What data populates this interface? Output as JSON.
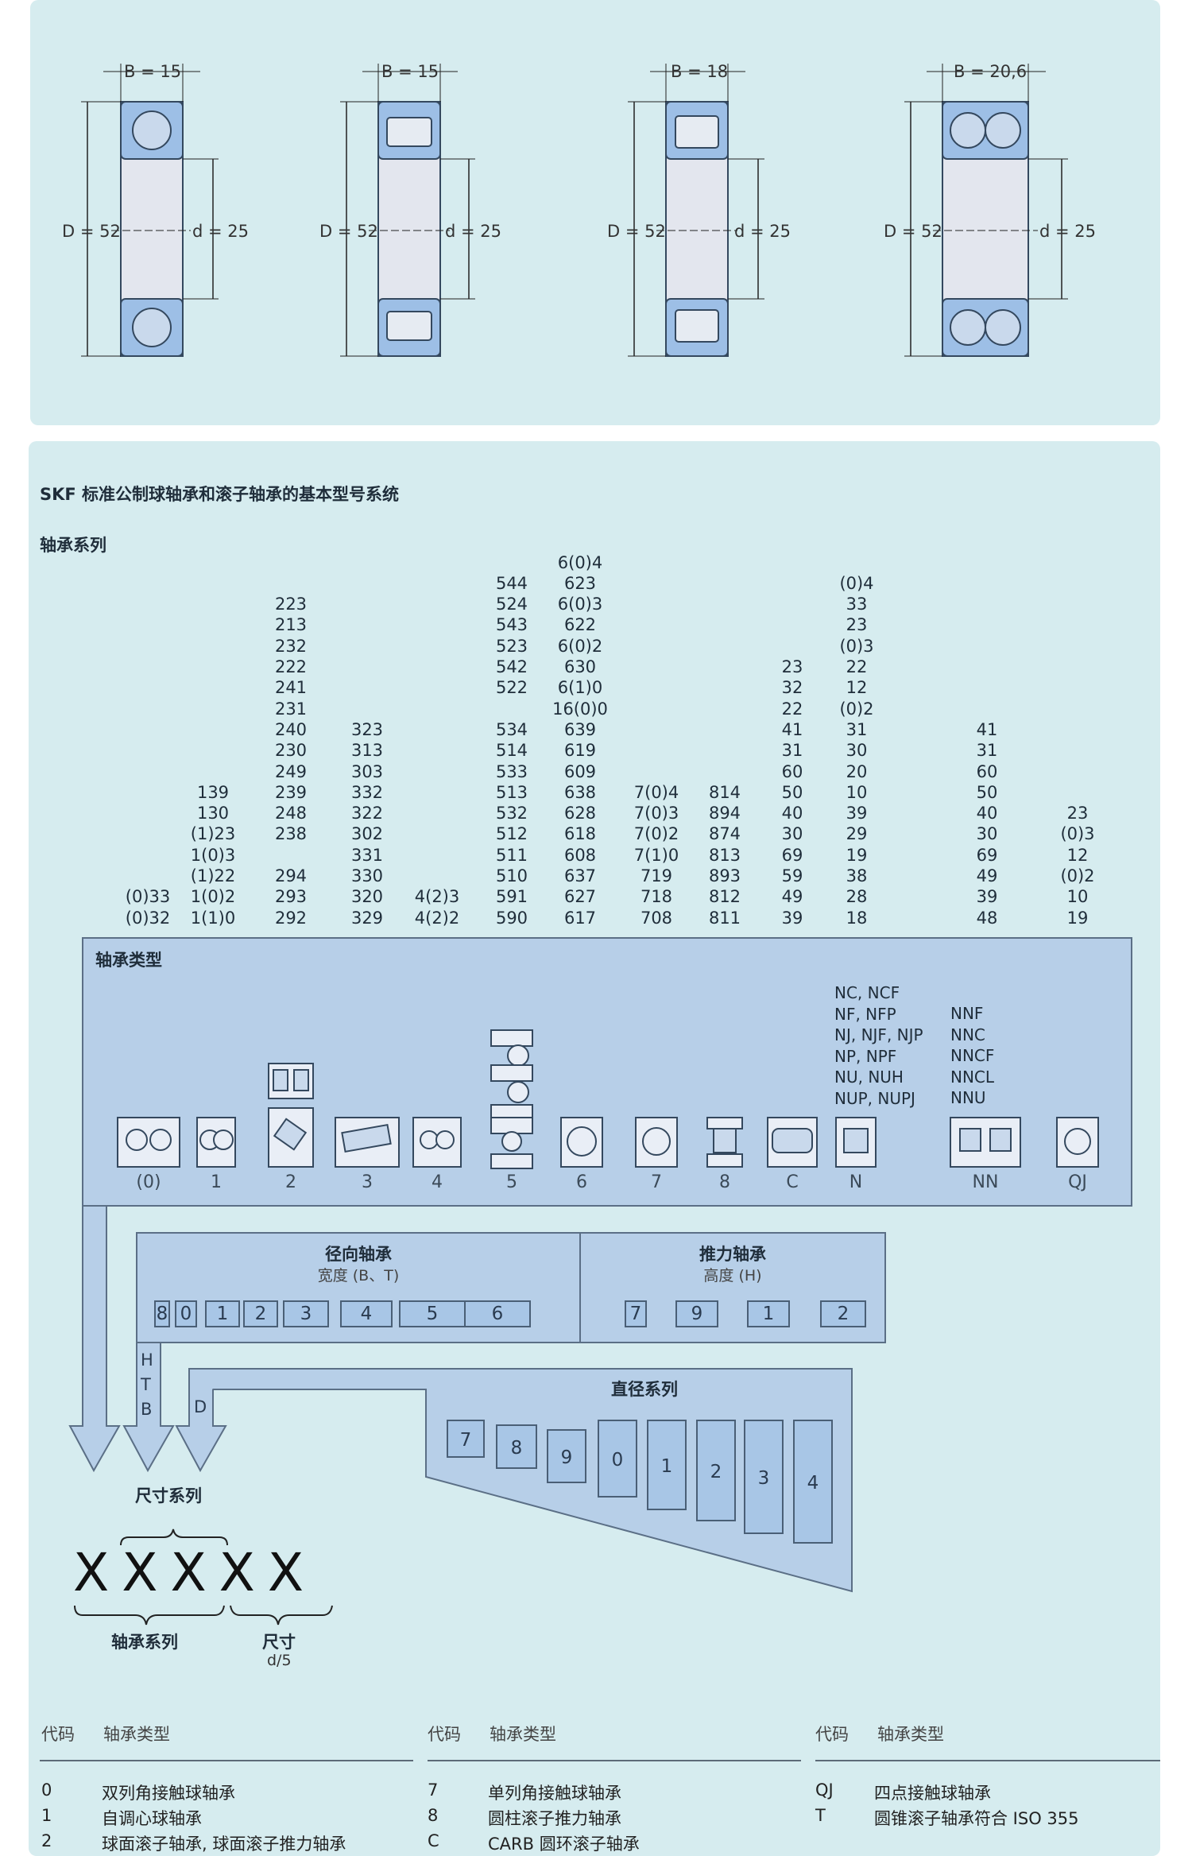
{
  "top_drawings": [
    {
      "b": "B = 15",
      "d_outer": "D = 52",
      "d_inner": "d = 25",
      "type": "ball"
    },
    {
      "b": "B = 15",
      "d_outer": "D = 52",
      "d_inner": "d = 25",
      "type": "cylinder"
    },
    {
      "b": "B = 18",
      "d_outer": "D = 52",
      "d_inner": "d = 25",
      "type": "cylinder"
    },
    {
      "b": "B = 20,6",
      "d_outer": "D = 52",
      "d_inner": "d = 25",
      "type": "double-ball"
    }
  ],
  "main_title": "SKF 标准公制球轴承和滚子轴承的基本型号系统",
  "series_title": "轴承系列",
  "series_columns": [
    [
      "(0)33",
      "(0)32"
    ],
    [
      "139",
      "130",
      "(1)23",
      "1(0)3",
      "(1)22",
      "1(0)2",
      "1(1)0"
    ],
    [
      "223",
      "213",
      "232",
      "222",
      "241",
      "231",
      "240",
      "230",
      "249",
      "239",
      "248",
      "238",
      "",
      "294",
      "293",
      "292"
    ],
    [
      "323",
      "313",
      "303",
      "332",
      "322",
      "302",
      "331",
      "330",
      "320",
      "329"
    ],
    [
      "4(2)3",
      "4(2)2"
    ],
    [
      "544",
      "524",
      "543",
      "523",
      "542",
      "522",
      "",
      "534",
      "514",
      "533",
      "513",
      "532",
      "512",
      "511",
      "510",
      "591",
      "590"
    ],
    [
      "6(0)4",
      "623",
      "6(0)3",
      "622",
      "6(0)2",
      "630",
      "6(1)0",
      "16(0)0",
      "639",
      "619",
      "609",
      "638",
      "628",
      "618",
      "608",
      "637",
      "627",
      "617"
    ],
    [
      "7(0)4",
      "7(0)3",
      "7(0)2",
      "7(1)0",
      "719",
      "718",
      "708"
    ],
    [
      "814",
      "894",
      "874",
      "813",
      "893",
      "812",
      "811"
    ],
    [
      "23",
      "32",
      "22",
      "41",
      "31",
      "60",
      "50",
      "40",
      "30",
      "69",
      "59",
      "49",
      "39"
    ],
    [
      "(0)4",
      "33",
      "23",
      "(0)3",
      "22",
      "12",
      "(0)2",
      "31",
      "30",
      "20",
      "10",
      "39",
      "29",
      "19",
      "38",
      "28",
      "18"
    ],
    [
      "41",
      "31",
      "60",
      "50",
      "40",
      "30",
      "69",
      "49",
      "39",
      "48"
    ],
    [
      "23",
      "(0)3",
      "12",
      "(0)2",
      "10",
      "19"
    ]
  ],
  "type_box": {
    "title": "轴承类型",
    "labels": [
      "(0)",
      "1",
      "2",
      "3",
      "4",
      "5",
      "6",
      "7",
      "8",
      "C",
      "N",
      "NN",
      "QJ"
    ],
    "n_variants": [
      "NC, NCF",
      "NF, NFP",
      "NJ, NJF, NJP",
      "NP, NPF",
      "NU, NUH",
      "NUP, NUPJ"
    ],
    "nn_variants": [
      "NNF",
      "NNC",
      "NNCF",
      "NNCL",
      "NNU"
    ]
  },
  "radial_box": {
    "title": "径向轴承",
    "subtitle": "宽度 (B、T)",
    "numbers": [
      "8",
      "0",
      "1",
      "2",
      "3",
      "4",
      "5",
      "6"
    ]
  },
  "thrust_box": {
    "title": "推力轴承",
    "subtitle": "高度 (H)",
    "numbers": [
      "7",
      "9",
      "1",
      "2"
    ]
  },
  "htb_letters": [
    "H",
    "T",
    "B"
  ],
  "d_letter": "D",
  "diameter_box": {
    "title": "直径系列",
    "numbers": [
      "7",
      "8",
      "9",
      "0",
      "1",
      "2",
      "3",
      "4"
    ]
  },
  "size_series_label": "尺寸系列",
  "designation_x": [
    "X",
    "X",
    "X",
    "X",
    "X"
  ],
  "bearing_series_label": "轴承系列",
  "size_label": "尺寸",
  "size_sub": "d/5",
  "legend": {
    "code_header": "代码",
    "type_header": "轴承类型",
    "columns": [
      [
        {
          "code": "0",
          "type": "双列角接触球轴承"
        },
        {
          "code": "1",
          "type": "自调心球轴承"
        },
        {
          "code": "2",
          "type": "球面滚子轴承, 球面滚子推力轴承"
        }
      ],
      [
        {
          "code": "7",
          "type": "单列角接触球轴承"
        },
        {
          "code": "8",
          "type": "圆柱滚子推力轴承"
        },
        {
          "code": "C",
          "type": "CARB 圆环滚子轴承"
        }
      ],
      [
        {
          "code": "QJ",
          "type": "四点接触球轴承"
        },
        {
          "code": "T",
          "type": "圆锥滚子轴承符合 ISO 355"
        }
      ]
    ]
  },
  "colors": {
    "panel": "#d6ecef",
    "box_fill": "#b7cfe8",
    "box_stroke": "#5b6f86",
    "bearing_blue": "#9dbfe6"
  }
}
